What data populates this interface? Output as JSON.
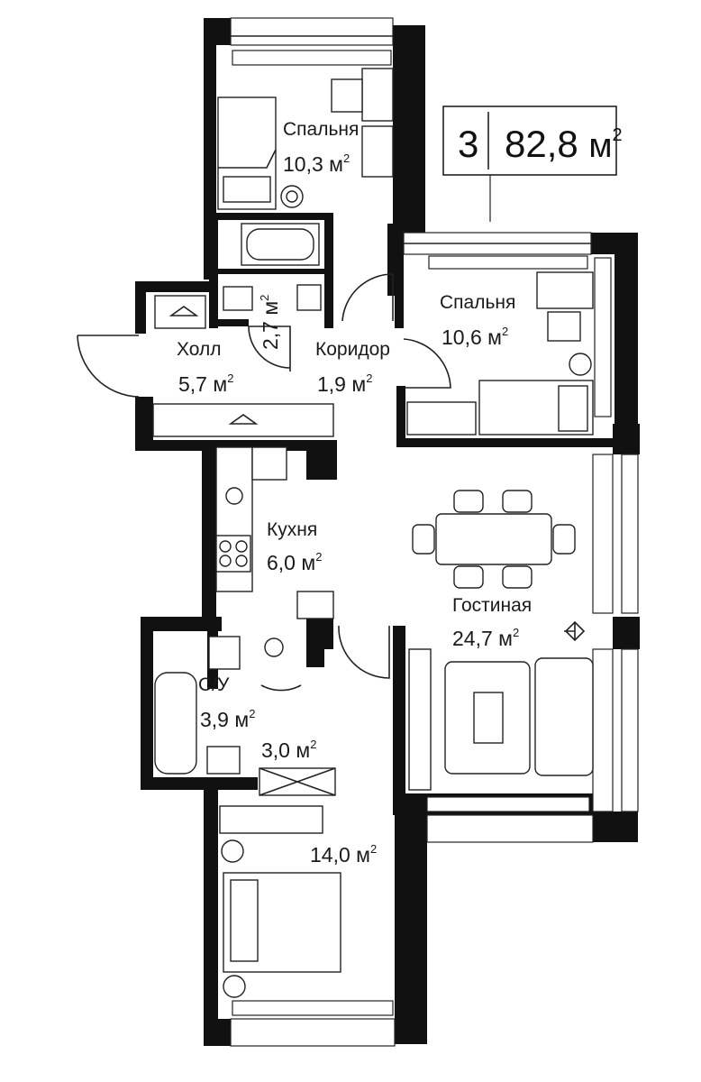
{
  "badge": {
    "rooms": "3",
    "area": "82,8",
    "unit": "м",
    "unit_power": "2"
  },
  "rooms": [
    {
      "id": "bedroom-top",
      "name": "Спальня",
      "area": "10,3",
      "unit": "м",
      "sup": "2"
    },
    {
      "id": "bedroom-right",
      "name": "Спальня",
      "area": "10,6",
      "unit": "м",
      "sup": "2"
    },
    {
      "id": "hall",
      "name": "Холл",
      "area": "5,7",
      "unit": "м",
      "sup": "2"
    },
    {
      "id": "bath-small",
      "name": "",
      "area": "2,7",
      "unit": "м",
      "sup": "2"
    },
    {
      "id": "corridor",
      "name": "Коридор",
      "area": "1,9",
      "unit": "м",
      "sup": "2"
    },
    {
      "id": "kitchen",
      "name": "Кухня",
      "area": "6,0",
      "unit": "м",
      "sup": "2"
    },
    {
      "id": "living",
      "name": "Гостиная",
      "area": "24,7",
      "unit": "м",
      "sup": "2"
    },
    {
      "id": "bathroom",
      "name": "С/У",
      "area": "3,9",
      "unit": "м",
      "sup": "2"
    },
    {
      "id": "storage",
      "name": "",
      "area": "3,0",
      "unit": "м",
      "sup": "2"
    },
    {
      "id": "bedroom-bottom",
      "name": "",
      "area": "14,0",
      "unit": "м",
      "sup": "2"
    }
  ]
}
